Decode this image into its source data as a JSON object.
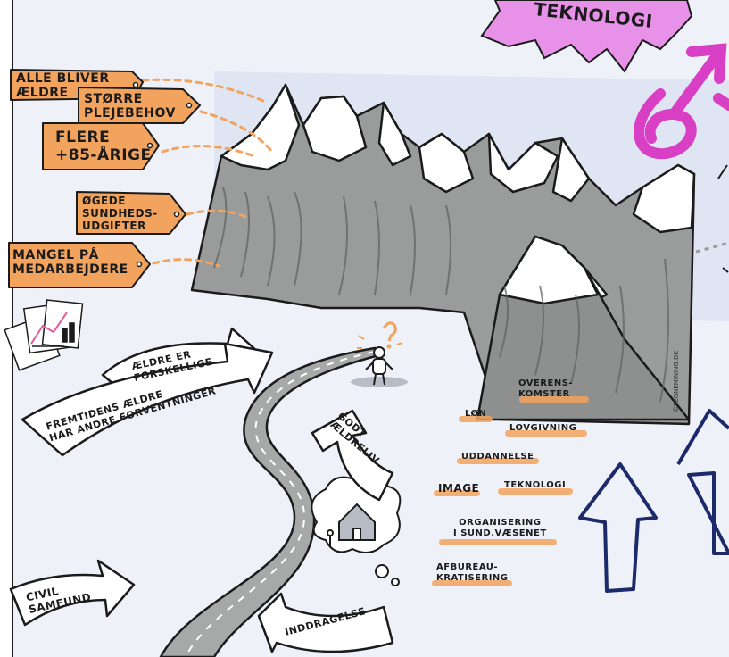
{
  "banner": {
    "text": "TEKNOLOGI",
    "color": "#e891e8"
  },
  "tags": [
    {
      "name": "tag-alle-bliver-aeldre",
      "text": "ALLE BLIVER\nÆLDRE"
    },
    {
      "name": "tag-stoerre-plejebehov",
      "text": "STØRRE\nPLEJEBEHOV"
    },
    {
      "name": "tag-flere-85-aarige",
      "text": "FLERE\n+85-ÅRIGE"
    },
    {
      "name": "tag-oegede-sundhedsudgifter",
      "text": "ØGEDE\nSUNDHEDS-\nUDGIFTER"
    },
    {
      "name": "tag-mangel-paa-medarbejdere",
      "text": "MANGEL PÅ\nMEDARBEJDERE"
    }
  ],
  "arrows": [
    {
      "name": "arrow-aeldre-er-forskellige",
      "text": "ÆLDRE ER\nFORSKELLIGE"
    },
    {
      "name": "arrow-fremtidens-aeldre",
      "text": "FREMTIDENS ÆLDRE\nHAR ANDRE FORVENTNINGER"
    },
    {
      "name": "arrow-godt-aeldreliv",
      "text": "GODT\nÆLDRELIV"
    },
    {
      "name": "arrow-civil-samfund",
      "text": "CIVIL\nSAMFUND"
    },
    {
      "name": "arrow-inddragelse",
      "text": "INDDRAGELSE"
    }
  ],
  "factors": [
    {
      "name": "factor-overenskomster",
      "text": "OVERENS-\nKOMSTER"
    },
    {
      "name": "factor-loen",
      "text": "LØN"
    },
    {
      "name": "factor-lovgivning",
      "text": "LOVGIVNING"
    },
    {
      "name": "factor-uddannelse",
      "text": "UDDANNELSE"
    },
    {
      "name": "factor-image",
      "text": "IMAGE"
    },
    {
      "name": "factor-teknologi",
      "text": "TEKNOLOGI"
    },
    {
      "name": "factor-organisering",
      "text": "ORGANISERING\nI SUND.VÆSENET"
    },
    {
      "name": "factor-afbureaukratisering",
      "text": "AFBUREAU-\nKRATISERING"
    }
  ],
  "signature": "©TEGNEMINING.DK",
  "icons": [
    "documents-chart-icon",
    "person-question-icon",
    "house-thought-icon",
    "road-icon",
    "mountains-icon"
  ],
  "colors": {
    "tag_orange": "#f2a35e",
    "magenta": "#d93fc4",
    "banner_pink": "#e891e8",
    "navy": "#1c2a6b",
    "mountain_grey": "#8e9090",
    "sky_blue": "#e4e9f3"
  }
}
